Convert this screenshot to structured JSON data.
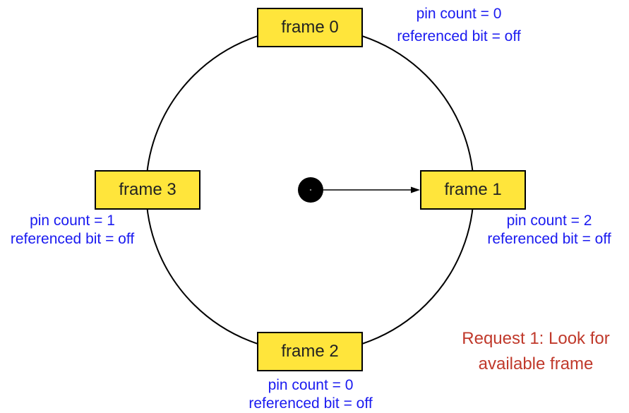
{
  "frames": [
    {
      "label": "frame 0",
      "pin_count": "pin count = 0",
      "referenced_bit": "referenced bit = off"
    },
    {
      "label": "frame 1",
      "pin_count": "pin count = 2",
      "referenced_bit": "referenced bit = off"
    },
    {
      "label": "frame 2",
      "pin_count": "pin count = 0",
      "referenced_bit": "referenced bit = off"
    },
    {
      "label": "frame 3",
      "pin_count": "pin count = 1",
      "referenced_bit": "referenced bit = off"
    }
  ],
  "clock_hand_points_to": "frame 1",
  "note": {
    "line1": "Request 1: Look for",
    "line2": "available frame"
  },
  "colors": {
    "frame_fill": "#ffe53b",
    "info_text": "#1a1af0",
    "note_text": "#c0392b",
    "outline": "#000000"
  }
}
